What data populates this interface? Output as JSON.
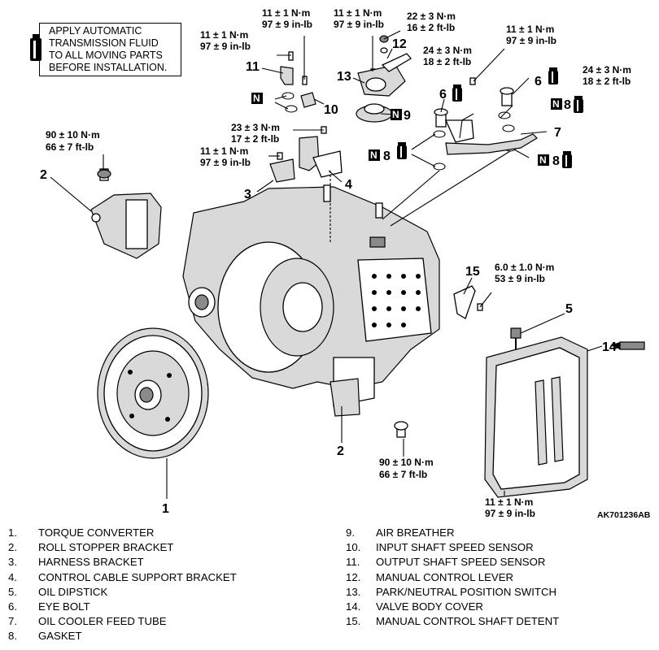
{
  "note": {
    "text": "APPLY AUTOMATIC\nTRANSMISSION FLUID\nTO ALL MOVING PARTS\nBEFORE INSTALLATION."
  },
  "torques": {
    "t_11_top_left": [
      "11 ± 1 N·m",
      "97 ± 9 in-lb"
    ],
    "t_11_top_mid": [
      "11 ± 1 N·m",
      "97 ± 9 in-lb"
    ],
    "t_11_top_center": [
      "11 ± 1 N·m",
      "97 ± 9 in-lb"
    ],
    "t_22": [
      "22 ± 3 N·m",
      "16 ± 2 ft-lb"
    ],
    "t_11_top_right": [
      "11 ± 1 N·m",
      "97 ± 9 in-lb"
    ],
    "t_24_mid": [
      "24 ± 3 N·m",
      "18 ± 2 ft-lb"
    ],
    "t_24_right": [
      "24 ± 3 N·m",
      "18 ± 2 ft-lb"
    ],
    "t_90_top": [
      "90 ± 10 N·m",
      "66 ± 7 ft-lb"
    ],
    "t_23": [
      "23 ± 3 N·m",
      "17 ± 2 ft-lb"
    ],
    "t_11_mid_left": [
      "11 ± 1 N·m",
      "97 ± 9 in-lb"
    ],
    "t_6": [
      "6.0 ± 1.0 N·m",
      "53 ± 9 in-lb"
    ],
    "t_90_bottom": [
      "90 ± 10 N·m",
      "66 ± 7 ft-lb"
    ],
    "t_11_bottom": [
      "11 ± 1 N·m",
      "97 ± 9 in-lb"
    ]
  },
  "callouts": {
    "c1": "1",
    "c2a": "2",
    "c2b": "2",
    "c3": "3",
    "c4": "4",
    "c5": "5",
    "c6a": "6",
    "c6b": "6",
    "c7": "7",
    "c8a": "8",
    "c8b": "8",
    "c8c": "8",
    "c9": "9",
    "c10": "10",
    "c11": "11",
    "c12": "12",
    "c13": "13",
    "c14": "14",
    "c15": "15"
  },
  "n_mark": "N",
  "image_code": "AK701236AB",
  "legend": {
    "left": [
      {
        "n": "1.",
        "label": "TORQUE CONVERTER"
      },
      {
        "n": "2.",
        "label": "ROLL STOPPER BRACKET"
      },
      {
        "n": "3.",
        "label": "HARNESS BRACKET"
      },
      {
        "n": "4.",
        "label": "CONTROL CABLE SUPPORT BRACKET"
      },
      {
        "n": "5.",
        "label": "OIL DIPSTICK"
      },
      {
        "n": "6.",
        "label": "EYE BOLT"
      },
      {
        "n": "7.",
        "label": "OIL COOLER FEED TUBE"
      },
      {
        "n": "8.",
        "label": "GASKET"
      }
    ],
    "right": [
      {
        "n": "9.",
        "label": "AIR BREATHER"
      },
      {
        "n": "10.",
        "label": "INPUT SHAFT SPEED SENSOR"
      },
      {
        "n": "11.",
        "label": "OUTPUT SHAFT SPEED SENSOR"
      },
      {
        "n": "12.",
        "label": "MANUAL CONTROL LEVER"
      },
      {
        "n": "13.",
        "label": "PARK/NEUTRAL POSITION SWITCH"
      },
      {
        "n": "14.",
        "label": "VALVE BODY COVER"
      },
      {
        "n": "15.",
        "label": "MANUAL CONTROL SHAFT DETENT"
      }
    ]
  }
}
